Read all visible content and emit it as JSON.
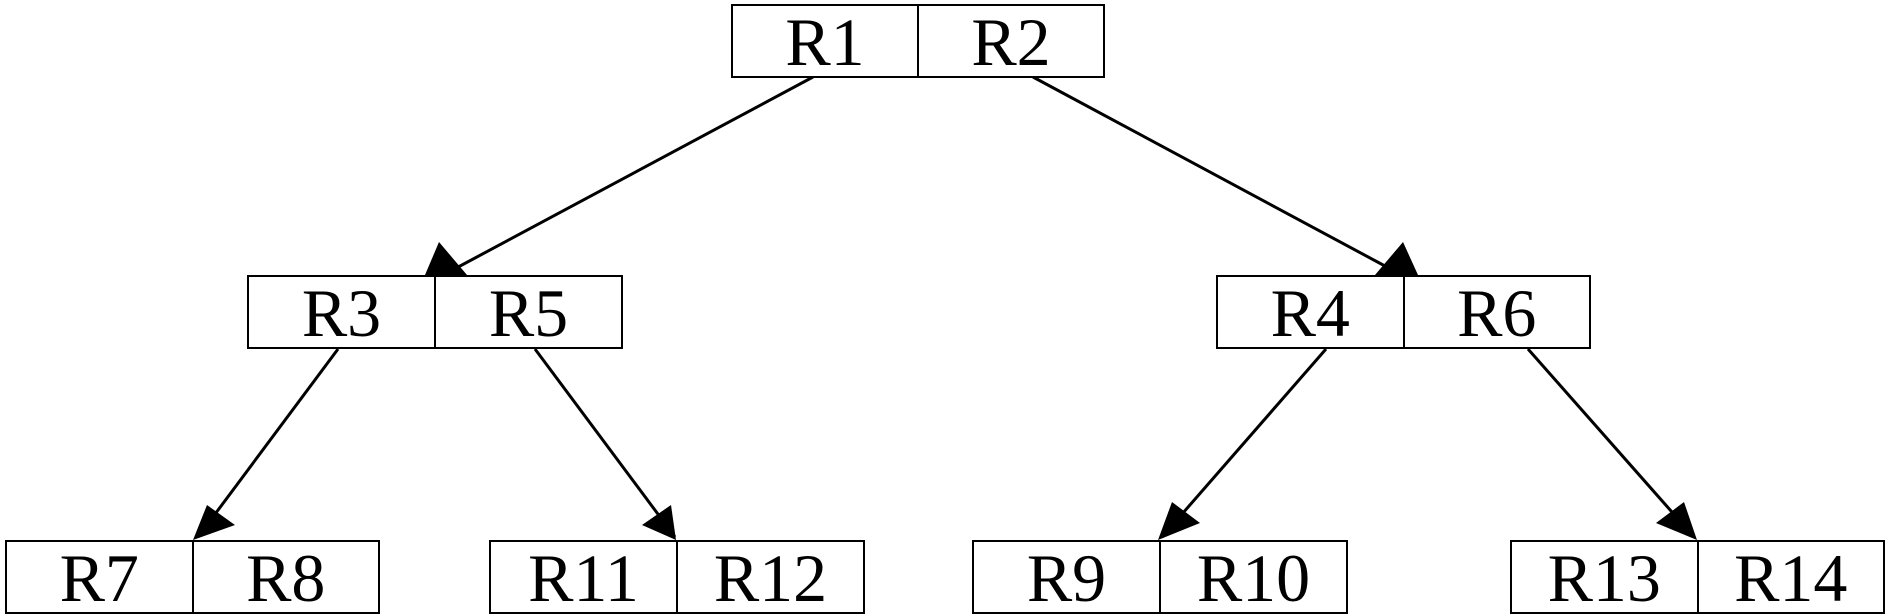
{
  "tree": {
    "root": {
      "left": "R1",
      "right": "R2"
    },
    "level1": [
      {
        "left": "R3",
        "right": "R5"
      },
      {
        "left": "R4",
        "right": "R6"
      }
    ],
    "level2": [
      {
        "left": "R7",
        "right": "R8"
      },
      {
        "left": "R11",
        "right": "R12"
      },
      {
        "left": "R9",
        "right": "R10"
      },
      {
        "left": "R13",
        "right": "R14"
      }
    ]
  },
  "colors": {
    "stroke": "#000000",
    "background": "#ffffff"
  }
}
